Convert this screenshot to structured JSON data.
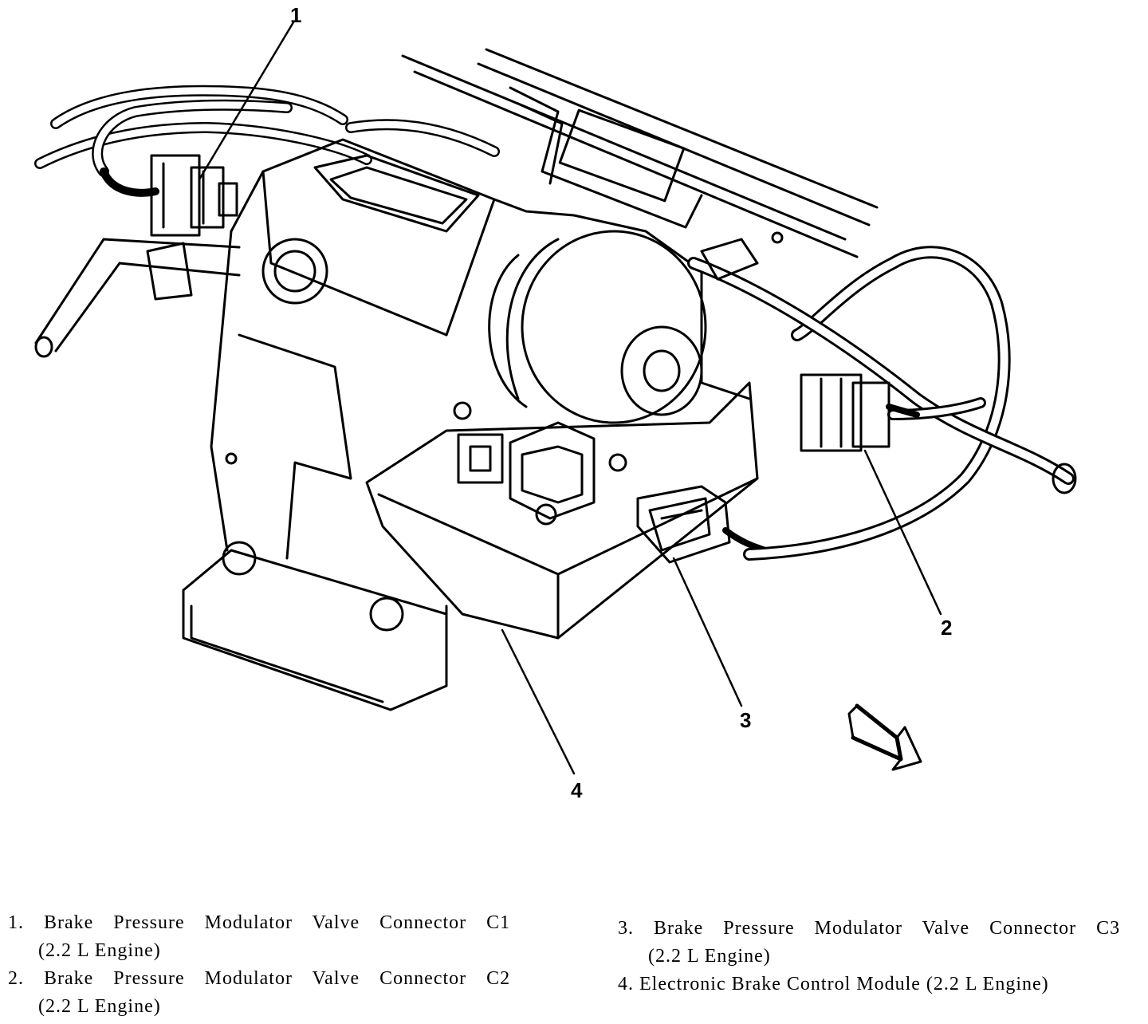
{
  "callouts": [
    "1",
    "2",
    "3",
    "4"
  ],
  "legend": [
    {
      "num": "1.",
      "text": "Brake Pressure Modulator Valve Connector C1",
      "sub": "(2.2 L Engine)"
    },
    {
      "num": "2.",
      "text": "Brake Pressure Modulator Valve Connector C2",
      "sub": "(2.2 L Engine)"
    },
    {
      "num": "3.",
      "text": "Brake Pressure Modulator Valve Connector C3",
      "sub": "(2.2 L Engine)"
    },
    {
      "num": "4.",
      "text": "Electronic Brake Control Module (2.2 L Engine)",
      "sub": ""
    }
  ]
}
